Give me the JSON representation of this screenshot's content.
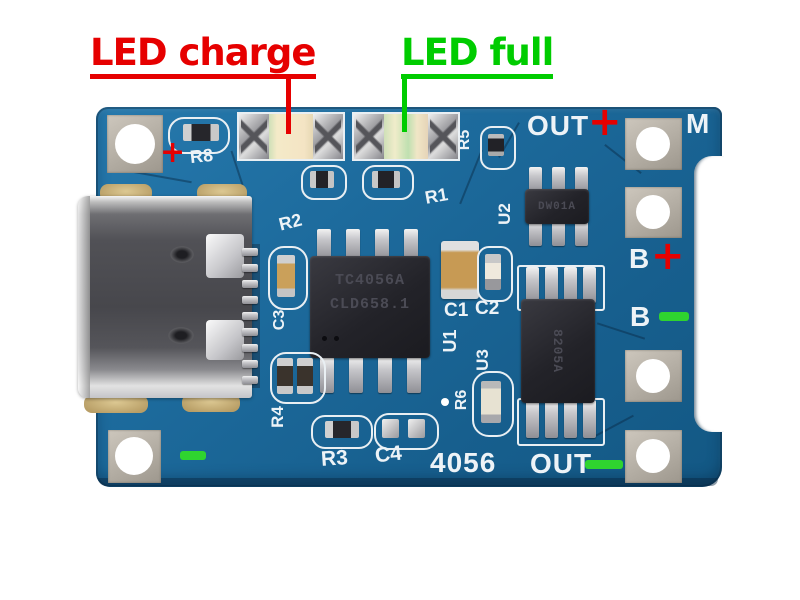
{
  "annotations": {
    "led_charge": {
      "label": "LED charge",
      "color": "#e60000"
    },
    "led_full": {
      "label": "LED full",
      "color": "#00cc00"
    },
    "usb_plus": "+",
    "out_plus": "+",
    "b_plus": "+"
  },
  "board": {
    "base_color": "#1d6b9d",
    "silkscreen_color": "#edf3f7",
    "pad_color": "#b3ada3",
    "labels": {
      "m": "M",
      "out_top": "OUT",
      "out_bottom": "OUT",
      "b_plus": "B",
      "b_minus": "B",
      "model": "4056",
      "r1": "R1",
      "r2": "R2",
      "r3": "R3",
      "r4": "R4",
      "r5": "R5",
      "r6": "R6",
      "r8": "R8",
      "c1": "C1",
      "c2": "C2",
      "c3": "C3",
      "c4": "C4",
      "u1": "U1",
      "u2": "U2",
      "u3": "U3"
    },
    "chips": {
      "u1_marking_line1": "TC4056A",
      "u1_marking_line2": "CLD658.1",
      "u2_marking": "DW01A",
      "u3_marking": "8205A"
    }
  }
}
